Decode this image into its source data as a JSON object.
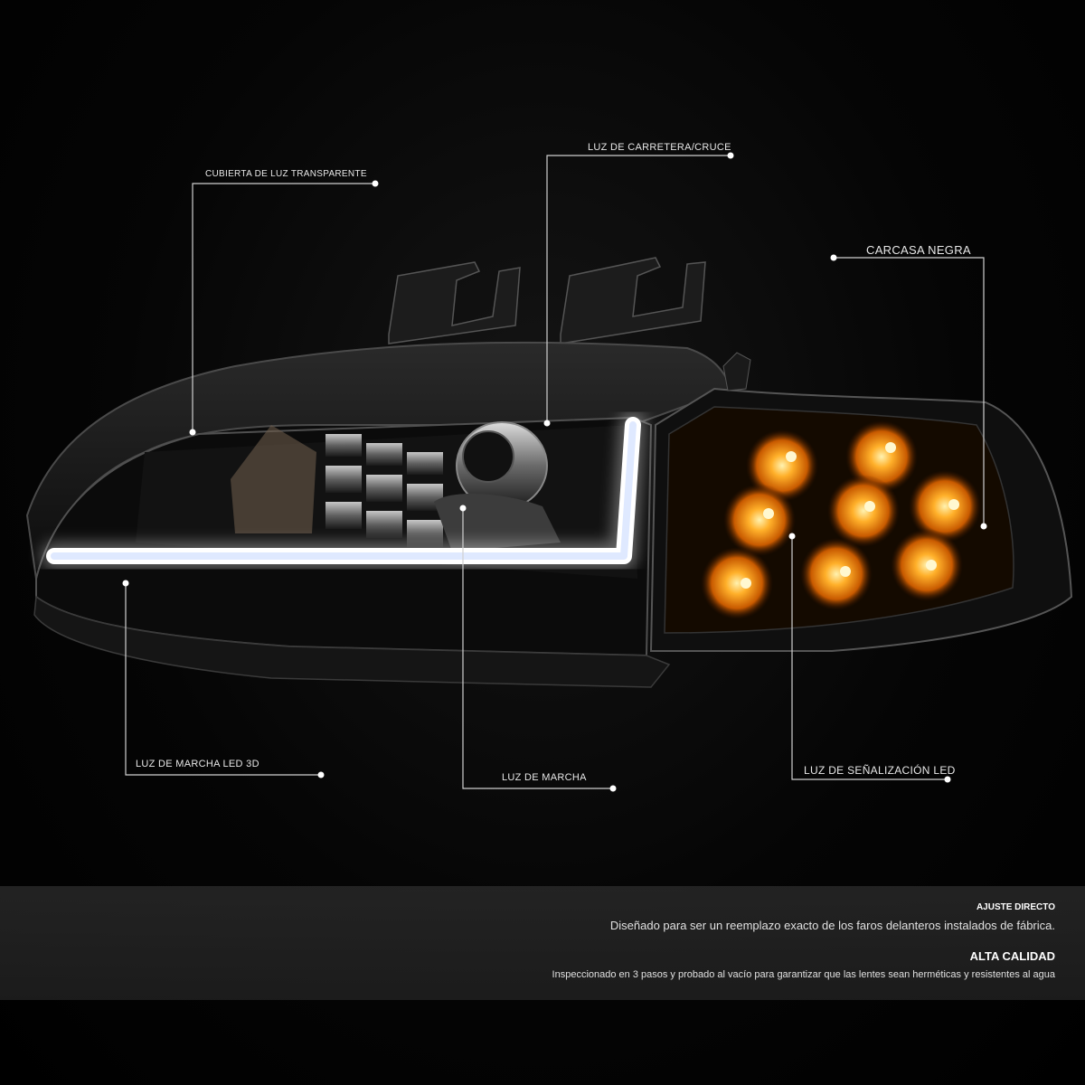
{
  "callouts": {
    "clear_cover": "CUBIERTA DE LUZ TRANSPARENTE",
    "high_low_beam": "LUZ DE CARRETERA/CRUCE",
    "black_housing": "CARCASA NEGRA",
    "led_drl_3d": "LUZ DE MARCHA LED 3D",
    "running_light": "LUZ DE MARCHA",
    "led_signal": "LUZ DE SEÑALIZACIÓN LED"
  },
  "features": [
    {
      "heading": "AJUSTE DIRECTO",
      "text": "Diseñado para ser un reemplazo exacto de los faros delanteros instalados de fábrica."
    },
    {
      "heading": "ALTA CALIDAD",
      "text": "Inspeccionado en 3 pasos y probado al vacío para garantizar que las lentes sean herméticas y resistentes al agua"
    }
  ],
  "colors": {
    "background": "#000000",
    "amber_led": "#ff9a1a",
    "drl_white": "#ffffff",
    "callout_line": "#d0d0d0"
  }
}
